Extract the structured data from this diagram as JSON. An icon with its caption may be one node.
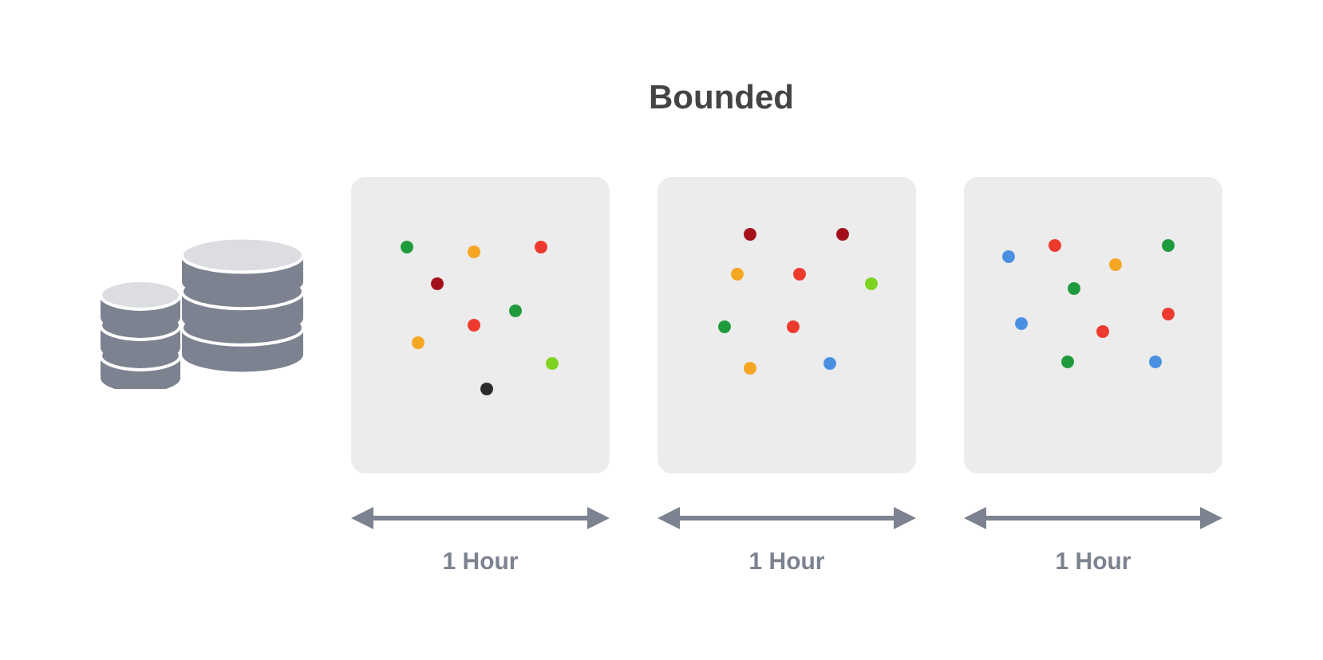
{
  "diagram": {
    "title": "Bounded",
    "nodes": [
      {
        "text": [],
        "shape": "cylinder"
      },
      {
        "text": [],
        "shape": "box",
        "beside": [
          "1 Hour"
        ]
      },
      {
        "text": [],
        "shape": "box",
        "beside": [
          "1 Hour"
        ]
      },
      {
        "text": [],
        "shape": "box",
        "beside": [
          "1 Hour"
        ]
      }
    ],
    "edges": []
  }
}
